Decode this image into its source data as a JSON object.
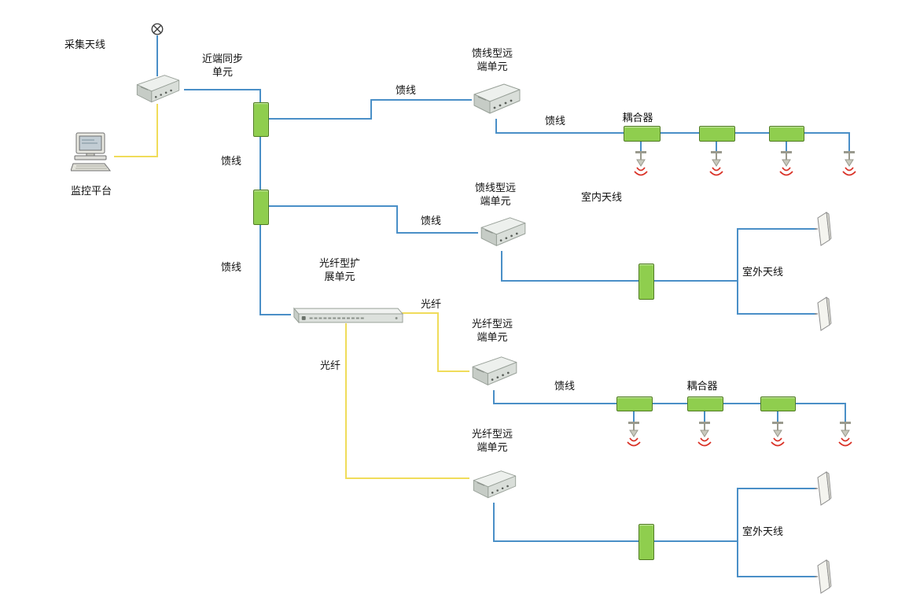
{
  "colors": {
    "feeder_line": "#4a8fc7",
    "fiber_line": "#f0dc5a",
    "coupler_fill": "#8fce4e",
    "coupler_border": "#4e7a1f",
    "signal_arc": "#d93025",
    "text": "#111111",
    "background": "#ffffff"
  },
  "labels": {
    "collection_antenna": "采集天线",
    "near_end_sync_unit": "近端同步\n单元",
    "monitoring_platform": "监控平台",
    "feeder_top": "馈线",
    "feeder_left_upper": "馈线",
    "feeder_left_lower": "馈线",
    "feeder_branch_2": "馈线",
    "feeder_indoor_1": "馈线",
    "feeder_indoor_2": "馈线",
    "fiber_right": "光纤",
    "fiber_down": "光纤",
    "feeder_remote_unit_1": "馈线型远\n端单元",
    "feeder_remote_unit_2": "馈线型远\n端单元",
    "fiber_expansion_unit": "光纤型扩\n展单元",
    "fiber_remote_unit_1": "光纤型远\n端单元",
    "fiber_remote_unit_2": "光纤型远\n端单元",
    "coupler_row_1": "耦合器",
    "coupler_row_2": "耦合器",
    "indoor_antenna": "室内天线",
    "outdoor_antenna_1": "室外天线",
    "outdoor_antenna_2": "室外天线"
  }
}
